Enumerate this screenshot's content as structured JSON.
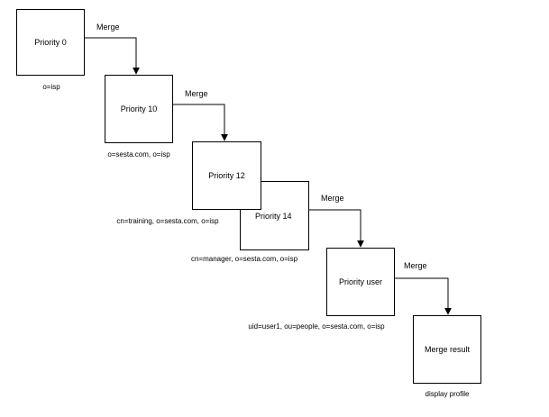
{
  "nodes": {
    "p0": {
      "label": "Priority 0",
      "caption": "o=isp"
    },
    "p10": {
      "label": "Priority 10",
      "caption": "o=sesta.com, o=isp"
    },
    "p12": {
      "label": "Priority 12",
      "caption": "cn=training, o=sesta.com, o=isp"
    },
    "p14": {
      "label": "Priority 14",
      "caption": "cn=manager, o=sesta.com, o=isp"
    },
    "pu": {
      "label": "Priority user",
      "caption": "uid=user1, ou=people, o=sesta.com, o=isp"
    },
    "mr": {
      "label": "Merge result",
      "caption": "display profile"
    }
  },
  "edges": [
    {
      "from": "p0",
      "to": "p10",
      "label": "Merge"
    },
    {
      "from": "p10",
      "to": "p12",
      "label": "Merge"
    },
    {
      "from": "p14",
      "to": "pu",
      "label": "Merge"
    },
    {
      "from": "pu",
      "to": "mr",
      "label": "Merge"
    }
  ],
  "colors": {
    "stroke": "#000000",
    "background": "#ffffff"
  }
}
